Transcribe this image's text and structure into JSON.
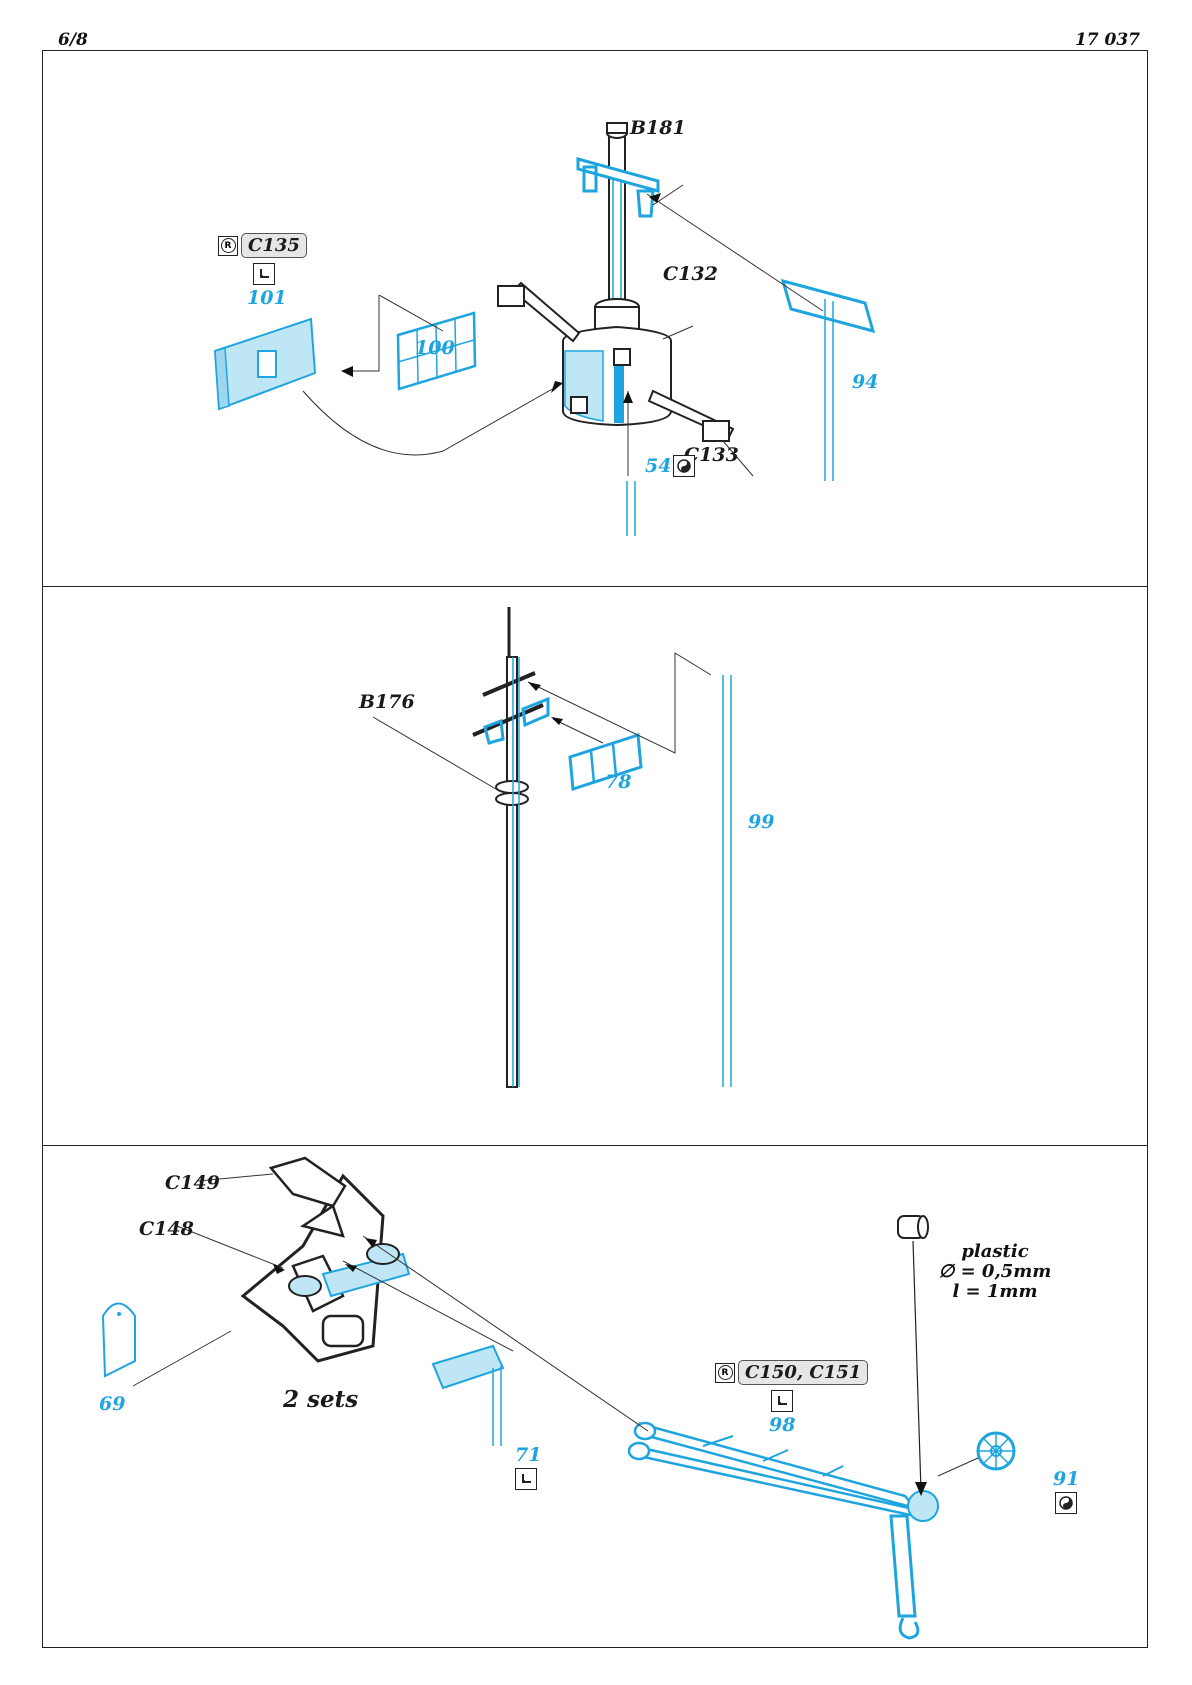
{
  "header": {
    "page": "6/8",
    "kit": "17 037"
  },
  "panel1": {
    "b181": "B181",
    "c132": "C132",
    "c133": "C133",
    "c135": "C135",
    "p101": "101",
    "p100": "100",
    "p94": "94",
    "p54": "54"
  },
  "panel2": {
    "b176": "B176",
    "p78": "78",
    "p99": "99"
  },
  "panel3": {
    "c149": "C149",
    "c148": "C148",
    "p69": "69",
    "sets": "2 sets",
    "p71": "71",
    "c150": "C150, C151",
    "p98": "98",
    "p91": "91",
    "plastic": "plastic",
    "diameter": "∅ = 0,5mm",
    "length": "l = 1mm"
  },
  "colors": {
    "etch": "#1ea5e0",
    "fill": "#bfe6f5",
    "ink": "#1a1a1a"
  },
  "icons": [
    "resin-part-icon",
    "bend-icon",
    "half-etch-icon"
  ]
}
